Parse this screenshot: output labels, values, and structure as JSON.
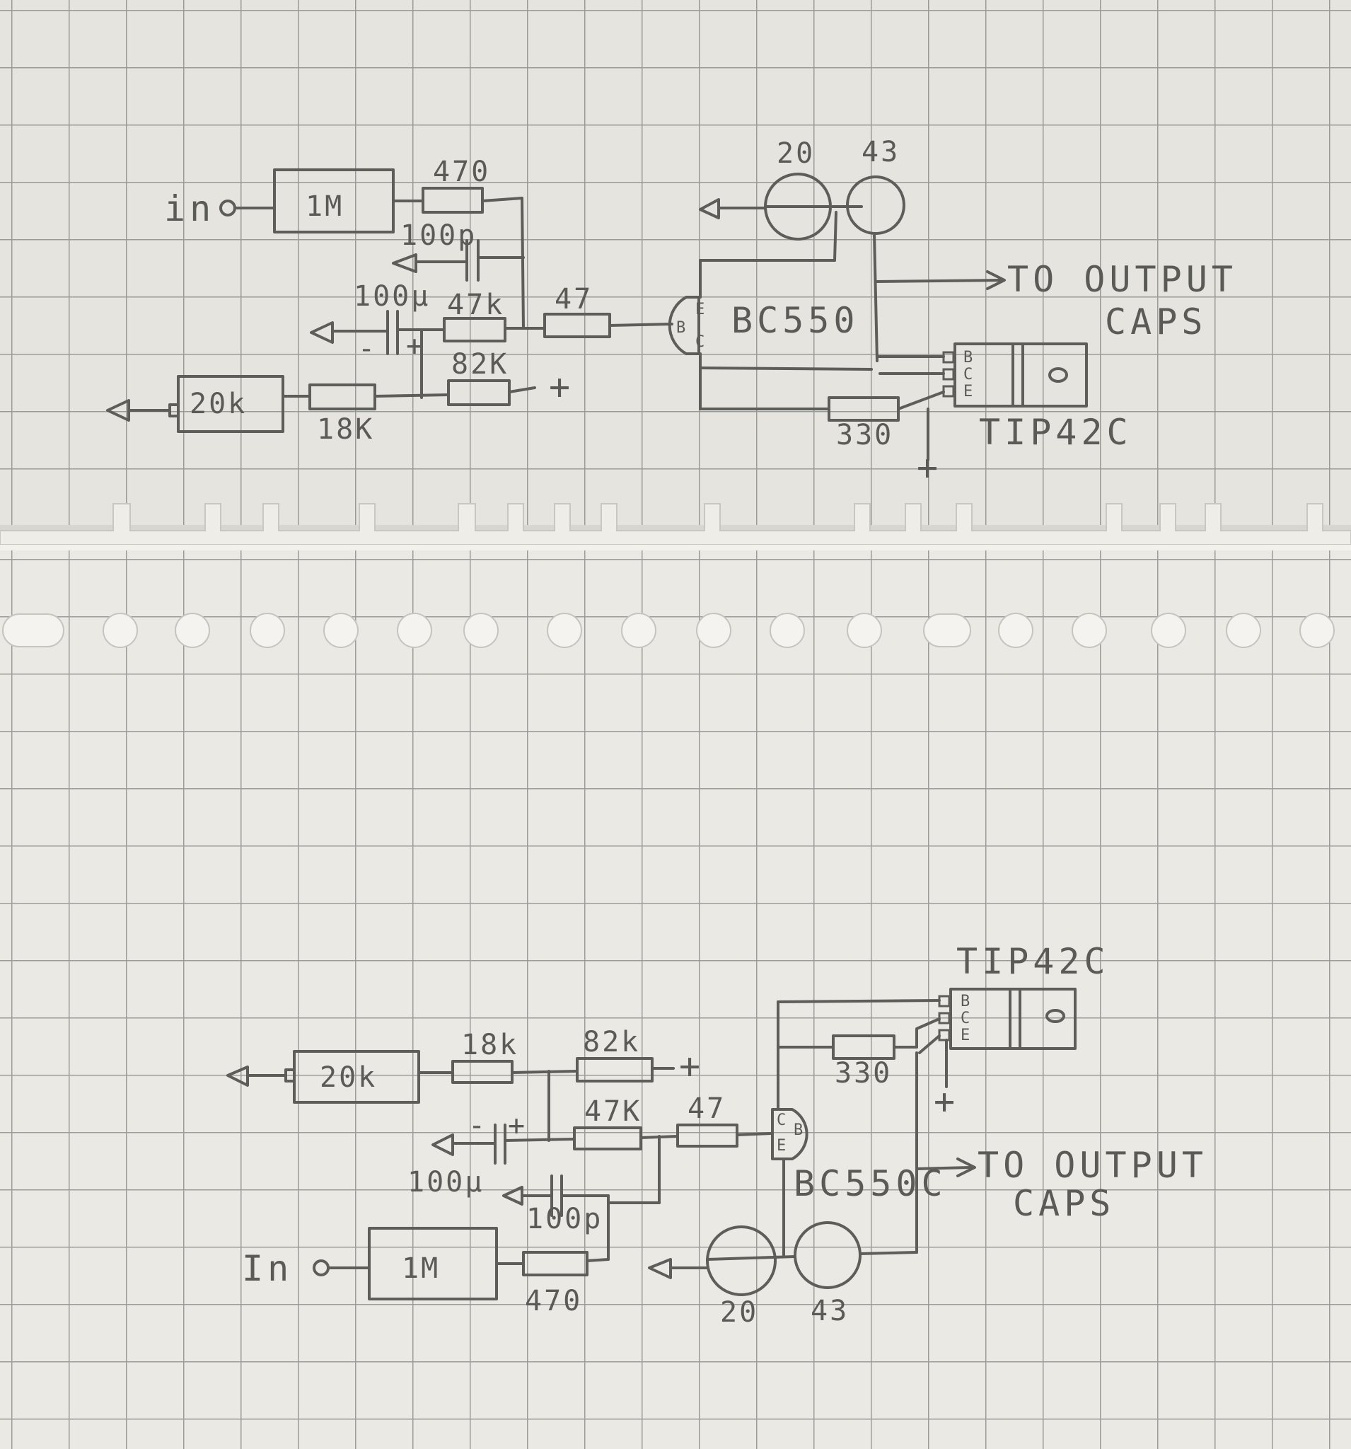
{
  "sheet_top": {
    "input_label": "in",
    "r_1m": "1M",
    "r_470": "470",
    "c_100p": "100p",
    "c_100u": "100µ",
    "r_47k": "47k",
    "r_47": "47",
    "r_82k": "82K",
    "pot_20k": "20k",
    "r_18k": "18K",
    "r_330": "330",
    "bulb_20": "20",
    "bulb_43": "43",
    "q1_name": "BC550",
    "q2_name": "TIP42C",
    "output_line1": "TO OUTPUT",
    "output_line2": "CAPS",
    "plus": "+",
    "minus": "-",
    "pin_b": "B",
    "pin_c": "C",
    "pin_e": "E"
  },
  "sheet_bottom": {
    "input_label": "In",
    "r_1m": "1M",
    "r_470": "470",
    "c_100p": "100p",
    "c_100u": "100µ",
    "r_47k": "47K",
    "r_47": "47",
    "r_82k": "82k",
    "pot_20k": "20k",
    "r_18k": "18k",
    "r_330": "330",
    "bulb_20": "20",
    "bulb_43": "43",
    "q1_name": "BC550C",
    "q2_name": "TIP42C",
    "output_line1": "TO OUTPUT",
    "output_line2": "CAPS",
    "plus": "+",
    "minus": "-",
    "pin_b": "B",
    "pin_c": "C",
    "pin_e": "E"
  },
  "colors": {
    "paper": "#e6e4de",
    "grid": "#9a9a96",
    "pencil": "#5d5d59"
  }
}
